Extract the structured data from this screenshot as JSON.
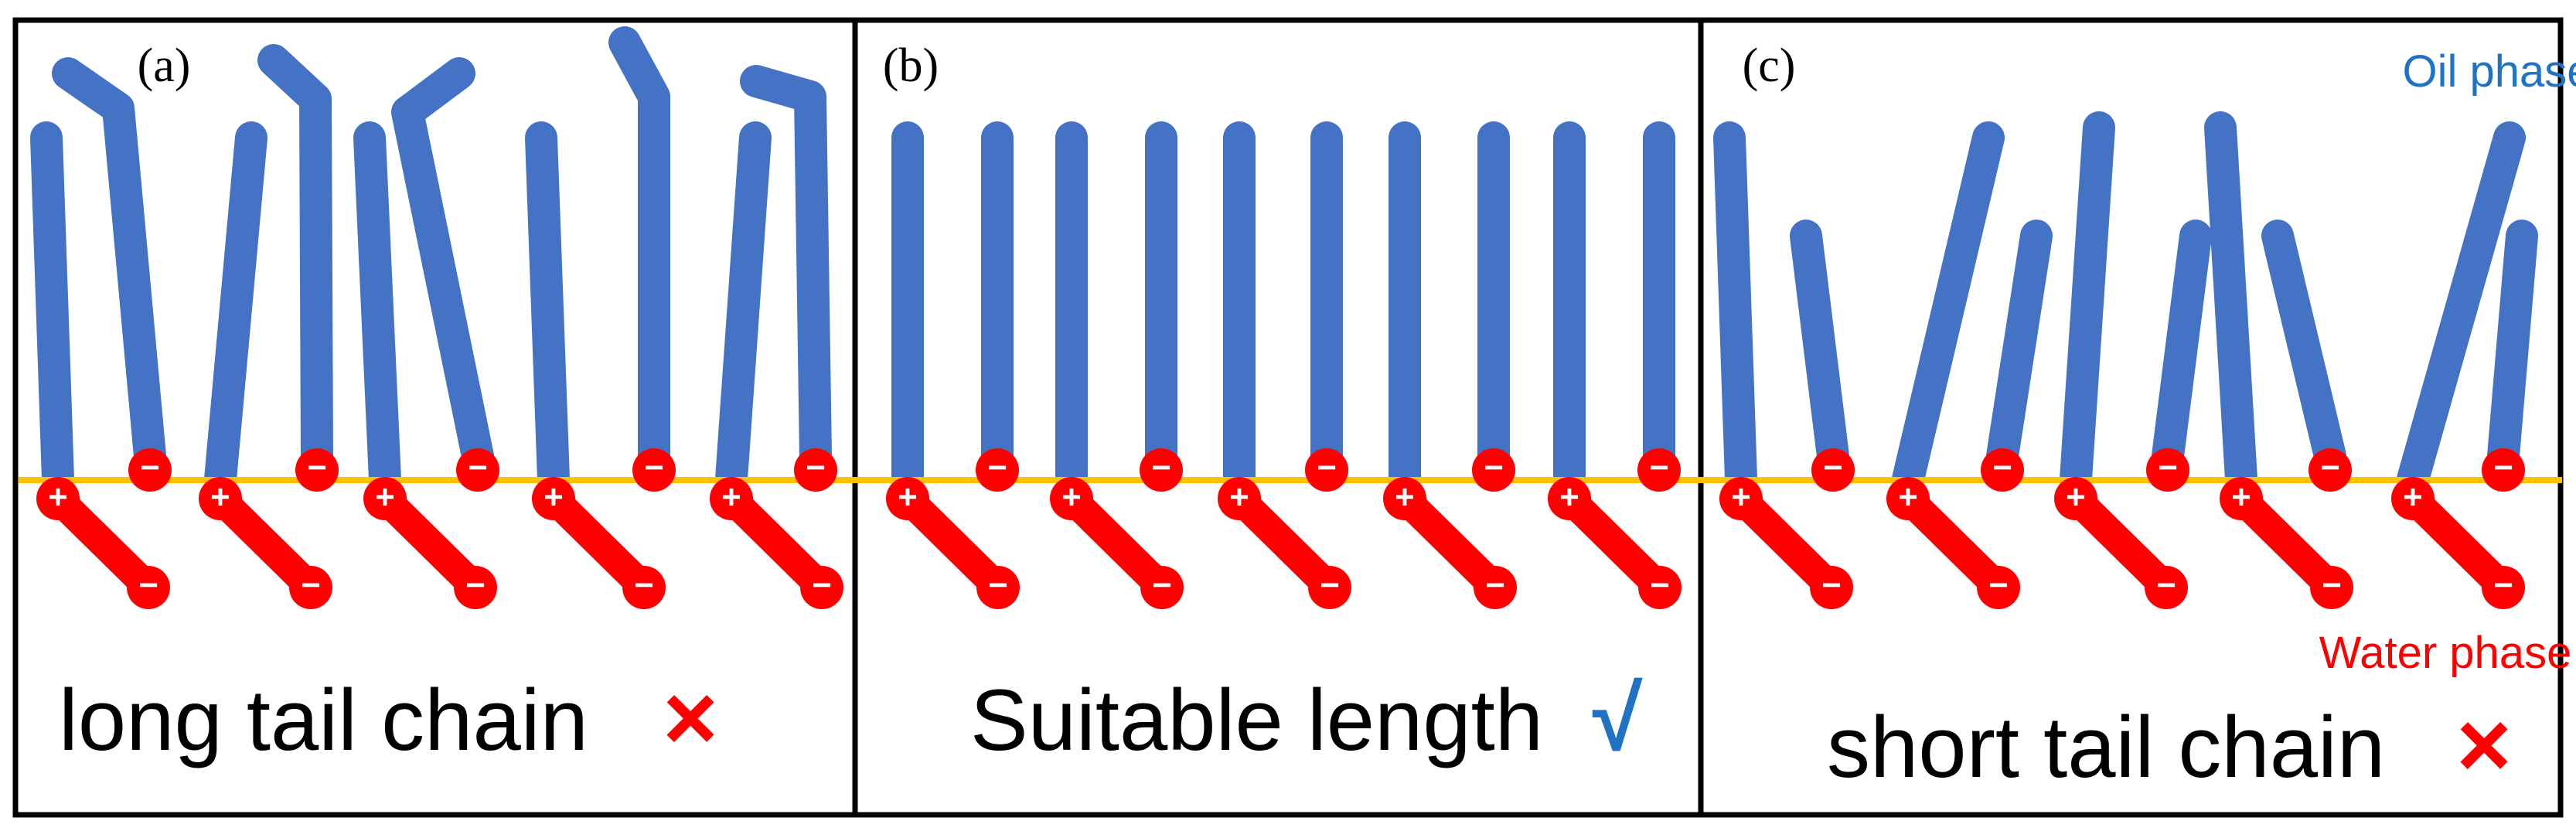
{
  "panels": [
    {
      "label": "(a)",
      "caption": "long tail chain",
      "verdict": "cross"
    },
    {
      "label": "(b)",
      "caption": "Suitable length",
      "verdict": "check"
    },
    {
      "label": "(c)",
      "caption": "short tail chain",
      "verdict": "cross",
      "oil_label": "Oil phase",
      "water_label": "Water phase"
    }
  ],
  "symbols": {
    "plus": "+",
    "minus": "−",
    "check": "√",
    "cross": "×"
  },
  "colors": {
    "tail": "#4472c4",
    "charge": "#ff0000",
    "interface": "#ffc000",
    "oil_text": "#1f72c4",
    "water_text": "#ff0000",
    "check": "#1f72c4",
    "cross": "#ff0000",
    "border": "#000000"
  },
  "icons": {
    "positive_charge": "plus-circle-icon",
    "negative_charge": "minus-circle-icon"
  }
}
